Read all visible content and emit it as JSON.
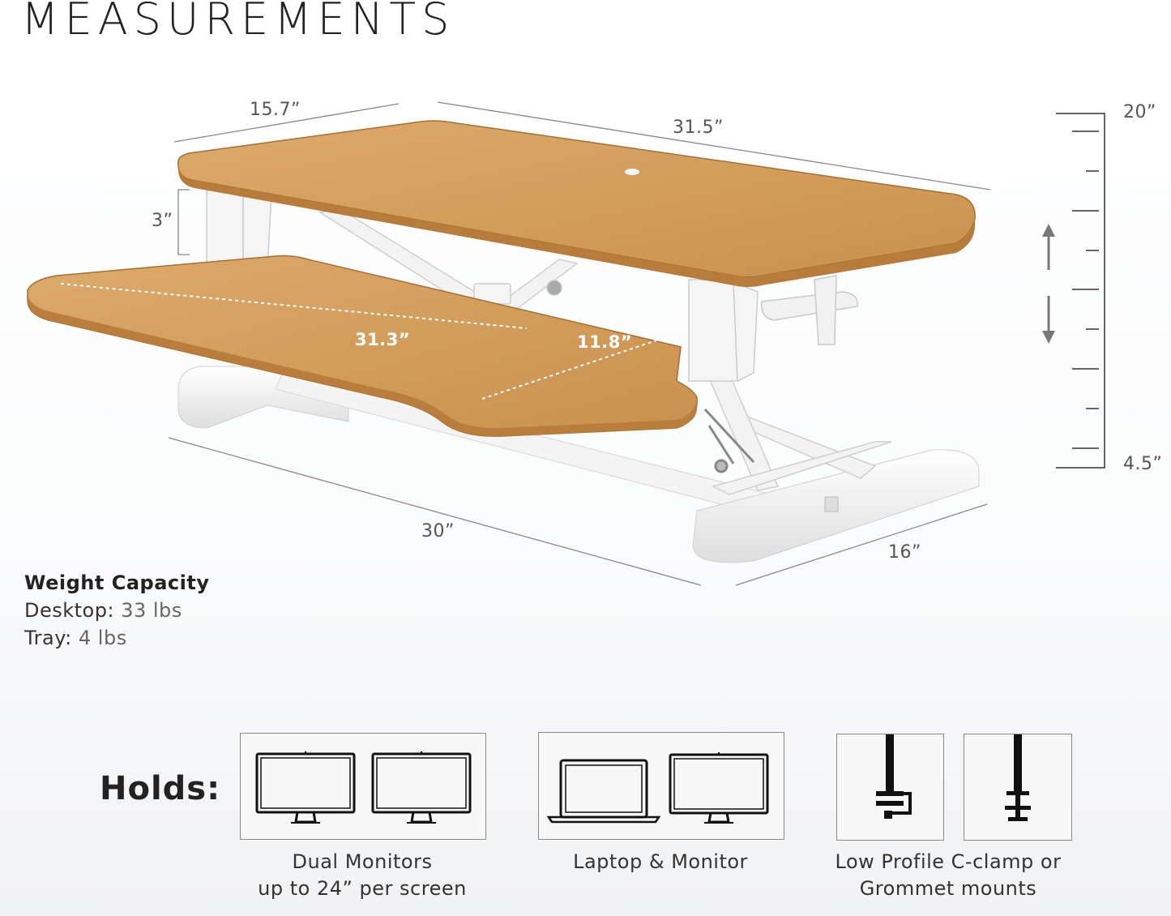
{
  "title": "MEASUREMENTS",
  "dimensions": {
    "top_depth": "15.7”",
    "top_width": "31.5”",
    "tray_height": "3”",
    "tray_width": "31.3”",
    "tray_depth": "11.8”",
    "base_width": "30”",
    "base_depth": "16”",
    "height_max": "20”",
    "height_min": "4.5”"
  },
  "weight_capacity": {
    "heading": "Weight Capacity",
    "desktop_label": "Desktop:",
    "desktop_value": "33 lbs",
    "tray_label": "Tray:",
    "tray_value": "4 lbs"
  },
  "holds": {
    "label": "Holds:",
    "options": [
      {
        "caption_line1": "Dual Monitors",
        "caption_line2": "up to 24” per screen",
        "icons": [
          "monitor-icon",
          "monitor-icon"
        ]
      },
      {
        "caption_line1": "Laptop & Monitor",
        "caption_line2": "",
        "icons": [
          "laptop-icon",
          "monitor-icon"
        ]
      },
      {
        "caption_line1": "Low Profile C-clamp or",
        "caption_line2": "Grommet mounts",
        "icons": [
          "c-clamp-icon",
          "grommet-icon"
        ]
      }
    ]
  },
  "colors": {
    "bamboo": "#d6a263",
    "bamboo_edge": "#b9803f",
    "frame": "#f2f2f2",
    "text": "#222222"
  }
}
